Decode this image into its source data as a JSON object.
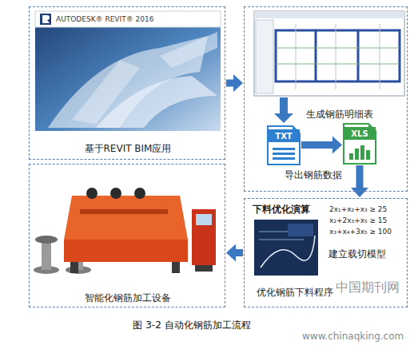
{
  "diagram": {
    "caption": "图 3-2 自动化钢筋加工流程",
    "nodes": [
      {
        "text": [
          "基于REVIT BIM应用"
        ]
      },
      {
        "text": [
          "生成钢筋明细表",
          "导出钢筋数据"
        ]
      },
      {
        "text": [
          "TXT"
        ],
        "in": 1
      },
      {
        "text": [
          "XLS"
        ],
        "in": 1
      },
      {
        "text": [
          "下料优化演算",
          "建立载切模型",
          "优化钢筋下料程序"
        ]
      },
      {
        "text": [
          "智能化钢筋加工设备"
        ]
      }
    ],
    "edges": [
      {
        "from": 0,
        "to": 1,
        "arrow": "to"
      },
      {
        "from": 2,
        "to": 3,
        "arrow": "to"
      },
      {
        "from": 3,
        "to": 4,
        "arrow": "to"
      },
      {
        "from": 4,
        "to": 5,
        "arrow": "to"
      }
    ],
    "labels": [
      "AUTODESK® REVIT® 2016",
      "2x₁+x₂+x₃ ≥ 25",
      "x₂+2x₃+x₅ ≥ 15",
      "x₃+x₄+3x₅ ≥ 100",
      "中国期刊网",
      "www.chinaqking.com"
    ]
  }
}
